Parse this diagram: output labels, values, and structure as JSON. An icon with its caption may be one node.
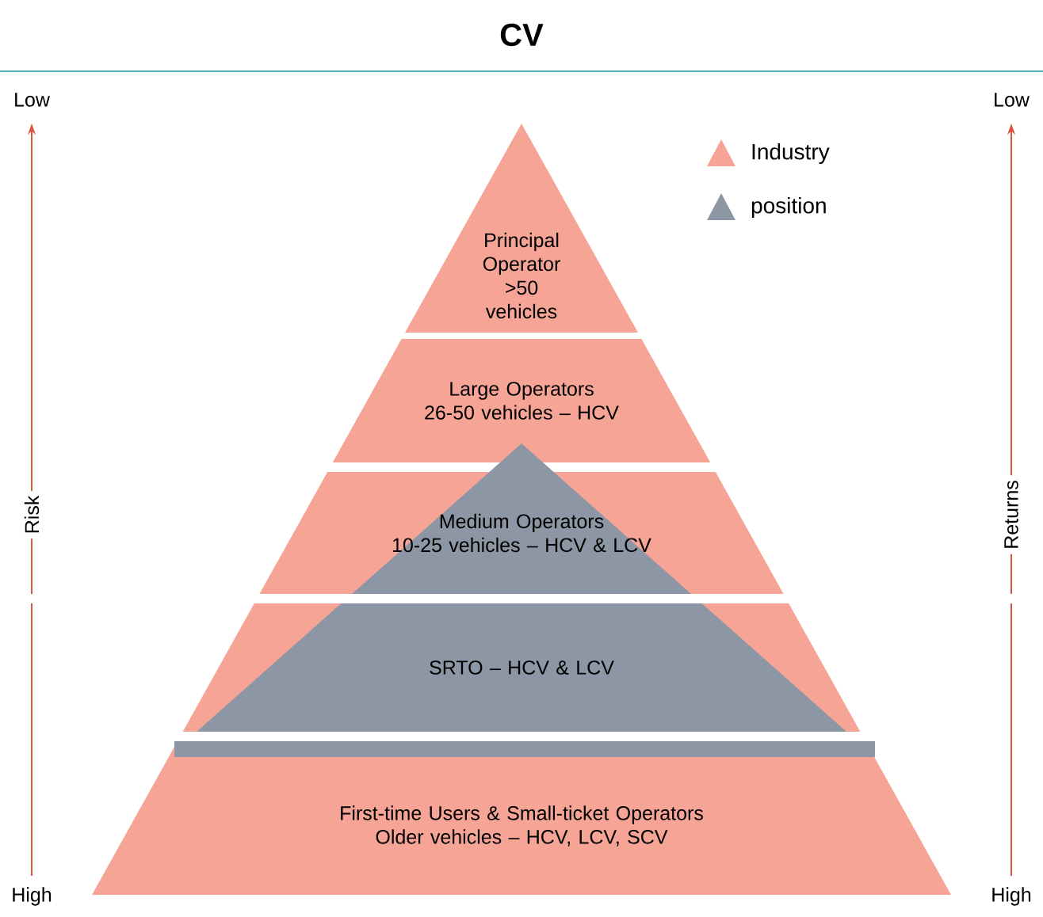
{
  "diagram": {
    "title": "CV",
    "nodes": [
      {
        "text": [
          "Principal Operator",
          ">50 vehicles"
        ]
      },
      {
        "text": [
          "Large Operators",
          "26-50 vehicles – HCV"
        ]
      },
      {
        "text": [
          "Medium Operators",
          "10-25 vehicles – HCV & LCV"
        ]
      },
      {
        "text": [
          "SRTO – HCV & LCV"
        ]
      },
      {
        "text": [
          "First-time Users & Small-ticket Operators",
          "Older vehicles – HCV, LCV, SCV"
        ]
      }
    ],
    "edges": [],
    "labels": [
      "Low",
      "Risk",
      "High",
      "Low",
      "Returns",
      "High"
    ],
    "legend": [
      {
        "text": "Industry",
        "color": "#f5a496"
      },
      {
        "text": "position",
        "color": "#8d96a4"
      }
    ]
  }
}
